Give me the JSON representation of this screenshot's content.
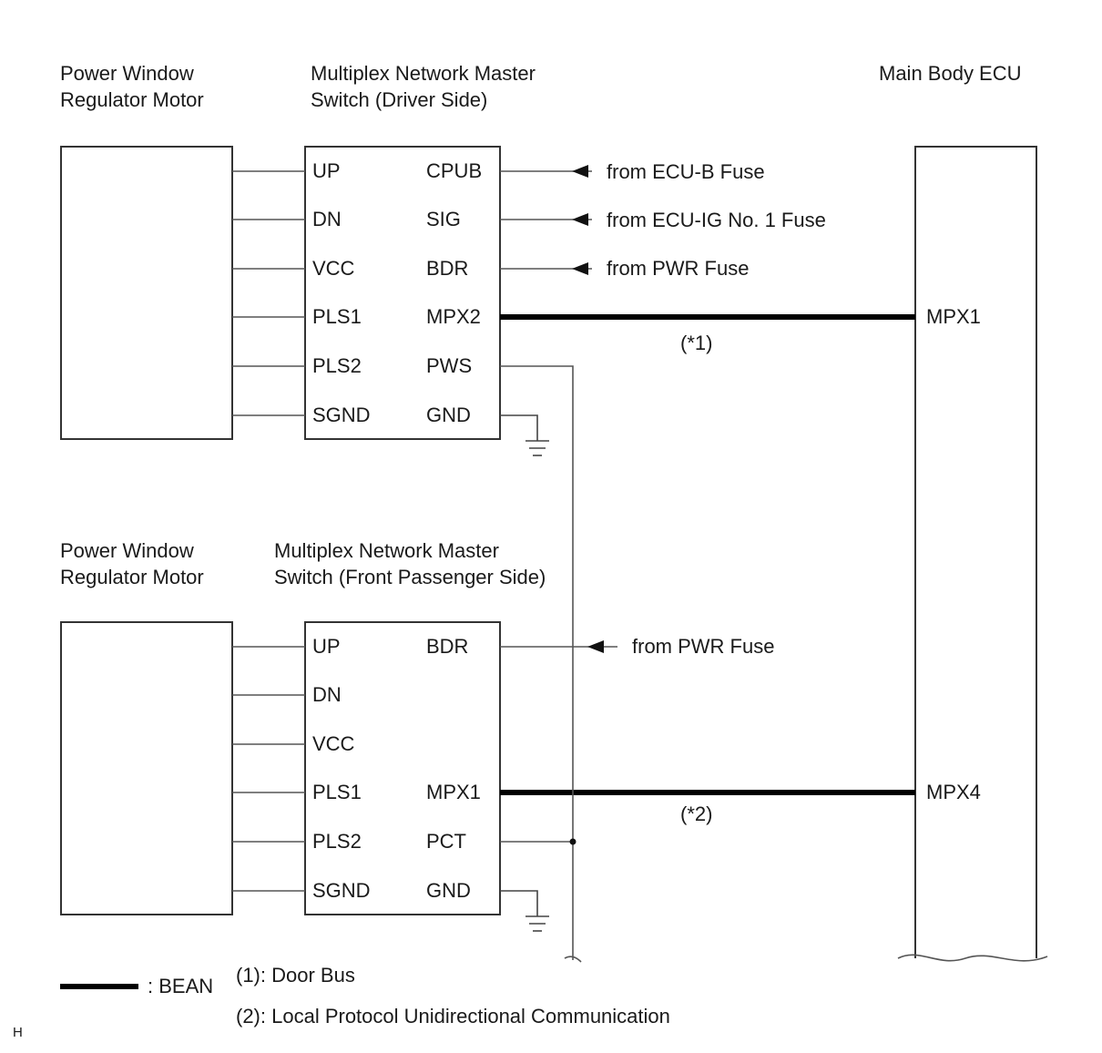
{
  "components": {
    "motor_top": [
      "Power Window",
      "Regulator Motor"
    ],
    "switch_driver": [
      "Multiplex Network Master",
      "Switch (Driver Side)"
    ],
    "ecu": "Main Body ECU",
    "motor_bottom": [
      "Power Window",
      "Regulator Motor"
    ],
    "switch_passenger": [
      "Multiplex Network Master",
      "Switch (Front Passenger Side)"
    ]
  },
  "driver_switch": {
    "left_pins": [
      "UP",
      "DN",
      "VCC",
      "PLS1",
      "PLS2",
      "SGND"
    ],
    "right_pins": [
      "CPUB",
      "SIG",
      "BDR",
      "MPX2",
      "PWS",
      "GND"
    ]
  },
  "passenger_switch": {
    "left_pins": [
      "UP",
      "DN",
      "VCC",
      "PLS1",
      "PLS2",
      "SGND"
    ],
    "right_pins": [
      "BDR",
      "",
      "",
      "MPX1",
      "PCT",
      "GND"
    ]
  },
  "fuse_sources": {
    "ecu_b": "from ECU-B Fuse",
    "ecu_ig1": "from ECU-IG No. 1 Fuse",
    "pwr_top": "from PWR Fuse",
    "pwr_bottom": "from PWR Fuse"
  },
  "ecu_pins": {
    "mpx1": "MPX1",
    "mpx4": "MPX4"
  },
  "bus_notes": {
    "note1": "(*1)",
    "note2": "(*2)"
  },
  "legend": {
    "bean": ": BEAN",
    "door_bus": "(1): Door Bus",
    "local_protocol": "(2): Local Protocol Unidirectional Communication"
  },
  "corner_mark": "H"
}
